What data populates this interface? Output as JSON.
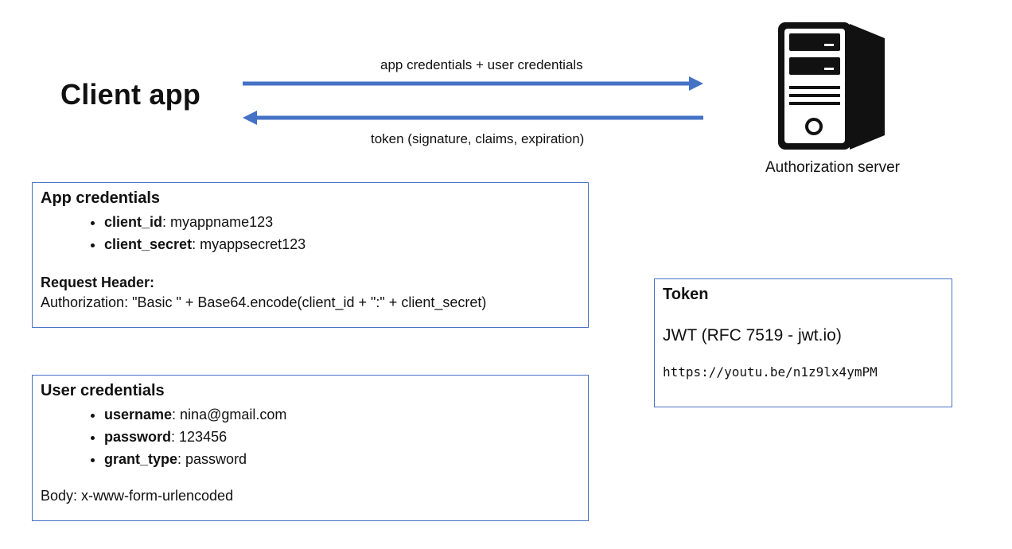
{
  "title": "Client app",
  "arrows": {
    "request_label": "app credentials + user credentials",
    "response_label": "token (signature, claims, expiration)",
    "color": "#4472c4"
  },
  "server": {
    "label": "Authorization server",
    "icon": "server-tower-icon"
  },
  "app_credentials": {
    "heading": "App credentials",
    "items": [
      {
        "key": "client_id",
        "value": ": myappname123"
      },
      {
        "key": "client_secret",
        "value": ": myappsecret123"
      }
    ],
    "request_header_label": "Request Header:",
    "request_header_value": "Authorization: \"Basic \" + Base64.encode(client_id + \":\" + client_secret)"
  },
  "user_credentials": {
    "heading": "User credentials",
    "items": [
      {
        "key": "username",
        "value": ": nina@gmail.com"
      },
      {
        "key": "password",
        "value": ": 123456"
      },
      {
        "key": "grant_type",
        "value": ": password"
      }
    ],
    "body": "Body: x-www-form-urlencoded"
  },
  "token": {
    "heading": "Token",
    "type": "JWT (RFC 7519 - jwt.io)",
    "link": "https://youtu.be/n1z9lx4ymPM"
  },
  "colors": {
    "box_border": "#4a72c4",
    "arrow": "#4472c4",
    "text": "#111111"
  }
}
